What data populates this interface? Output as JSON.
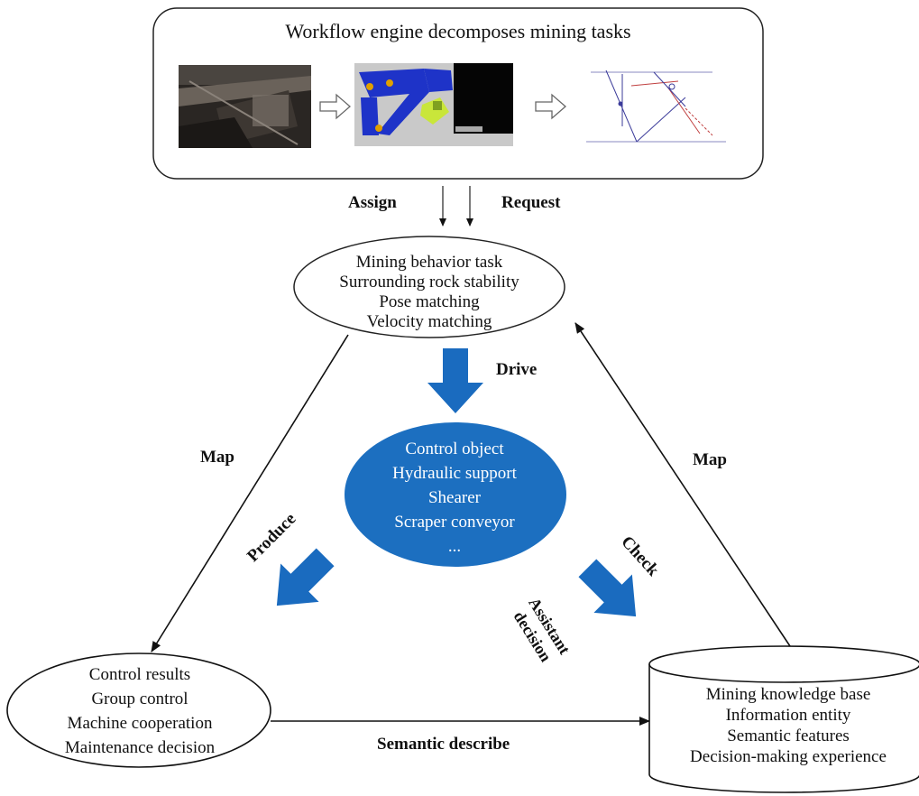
{
  "workflow": {
    "title": "Workflow engine decomposes mining tasks"
  },
  "links": {
    "assign": "Assign",
    "request": "Request",
    "drive": "Drive",
    "map_left": "Map",
    "map_right": "Map",
    "produce": "Produce",
    "check": "Check",
    "assistant": [
      "Assistant",
      "decision"
    ],
    "semantic_describe": "Semantic describe"
  },
  "task_node": {
    "lines": [
      "Mining behavior task",
      "Surrounding rock stability",
      "Pose matching",
      "Velocity matching"
    ]
  },
  "control_object_node": {
    "lines": [
      "Control object",
      "Hydraulic support",
      "Shearer",
      "Scraper conveyor",
      "..."
    ],
    "fill_color": "#1c6fc0"
  },
  "results_node": {
    "lines": [
      "Control results",
      "Group control",
      "Machine cooperation",
      "Maintenance decision"
    ]
  },
  "knowledge_node": {
    "lines": [
      "Mining knowledge base",
      "Information entity",
      "Semantic features",
      "Decision-making experience"
    ]
  },
  "colors": {
    "arrow_blue": "#1a6bbf",
    "line": "#111111"
  }
}
